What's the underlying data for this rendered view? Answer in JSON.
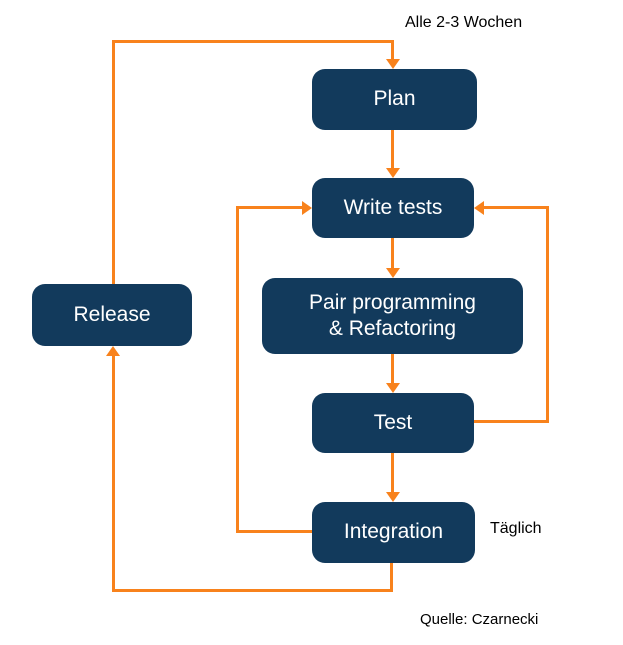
{
  "diagram": {
    "annotations": {
      "cycle_top": "Alle 2-3 Wochen",
      "cycle_daily": "Täglich",
      "source": "Quelle: Czarnecki"
    },
    "nodes": {
      "plan": {
        "label": "Plan"
      },
      "write_tests": {
        "label": "Write tests"
      },
      "pair": {
        "label_line1": "Pair programming",
        "label_line2": "& Refactoring"
      },
      "test": {
        "label": "Test"
      },
      "integration": {
        "label": "Integration"
      },
      "release": {
        "label": "Release"
      }
    },
    "edges": [
      {
        "from": "plan",
        "to": "write_tests"
      },
      {
        "from": "write_tests",
        "to": "pair"
      },
      {
        "from": "pair",
        "to": "test"
      },
      {
        "from": "test",
        "to": "integration"
      },
      {
        "from": "integration",
        "to": "write_tests",
        "note": "Täglich loop (left)"
      },
      {
        "from": "test",
        "to": "write_tests",
        "note": "right loop"
      },
      {
        "from": "integration",
        "to": "release",
        "note": "bottom loop"
      },
      {
        "from": "release",
        "to": "plan",
        "note": "Alle 2-3 Wochen loop (top)"
      }
    ],
    "colors": {
      "box_fill": "#123A5C",
      "box_text": "#FFFFFF",
      "connector": "#F8821C",
      "label_text": "#000000",
      "background": "#FFFFFF"
    }
  }
}
